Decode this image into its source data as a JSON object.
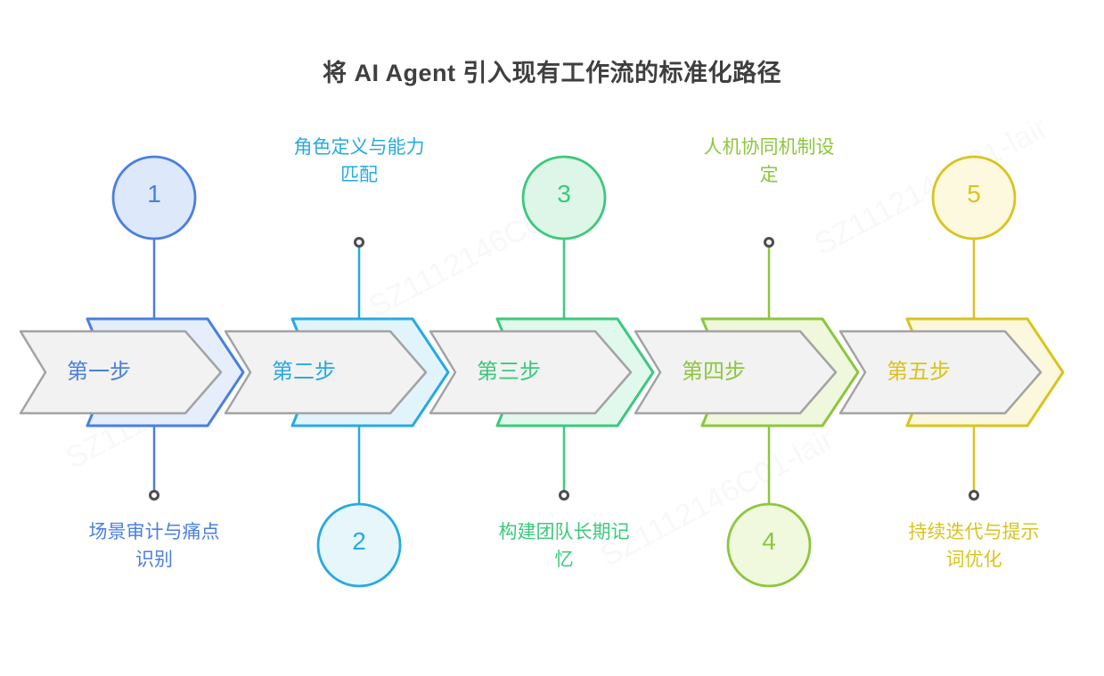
{
  "title": "将 AI Agent 引入现有工作流的标准化路径",
  "watermark_text": "SZ1112146C01-lair",
  "colors": {
    "background": "#ffffff",
    "title_text": "#3f3f3f",
    "gray_chevron_fill": "#f2f2f2",
    "gray_chevron_stroke": "#a3a3a3",
    "dot_ring": "#4d4d4d",
    "dot_fill": "#ffffff"
  },
  "steps": [
    {
      "number": "1",
      "title": "第一步",
      "detail_lines": [
        "场景审计与痛点",
        "识别"
      ],
      "position": "circle-above",
      "color": "#4a7fe0",
      "chevron_fill": "#e7eefb",
      "circle_fill": "#dde8fa"
    },
    {
      "number": "2",
      "title": "第二步",
      "detail_lines": [
        "角色定义与能力",
        "匹配"
      ],
      "position": "circle-below",
      "color": "#27aae1",
      "chevron_fill": "#e2f4fb",
      "circle_fill": "#e6f6fb"
    },
    {
      "number": "3",
      "title": "第三步",
      "detail_lines": [
        "构建团队长期记",
        "忆"
      ],
      "position": "circle-above",
      "color": "#3dc87d",
      "chevron_fill": "#e1f8ec",
      "circle_fill": "#ddf6e8"
    },
    {
      "number": "4",
      "title": "第四步",
      "detail_lines": [
        "人机协同机制设",
        "定"
      ],
      "position": "circle-below",
      "color": "#8dc63f",
      "chevron_fill": "#eff7dc",
      "circle_fill": "#f0f8dd"
    },
    {
      "number": "5",
      "title": "第五步",
      "detail_lines": [
        "持续迭代与提示",
        "词优化"
      ],
      "position": "circle-above",
      "color": "#d9c41f",
      "chevron_fill": "#fcf8dd",
      "circle_fill": "#fdf9de"
    }
  ]
}
